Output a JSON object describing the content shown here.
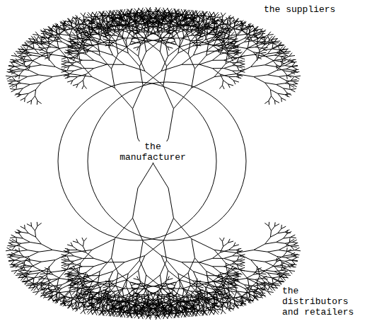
{
  "diagram": {
    "labels": [
      "the suppliers",
      "the manufacturer",
      "the distributors and retailers"
    ]
  }
}
